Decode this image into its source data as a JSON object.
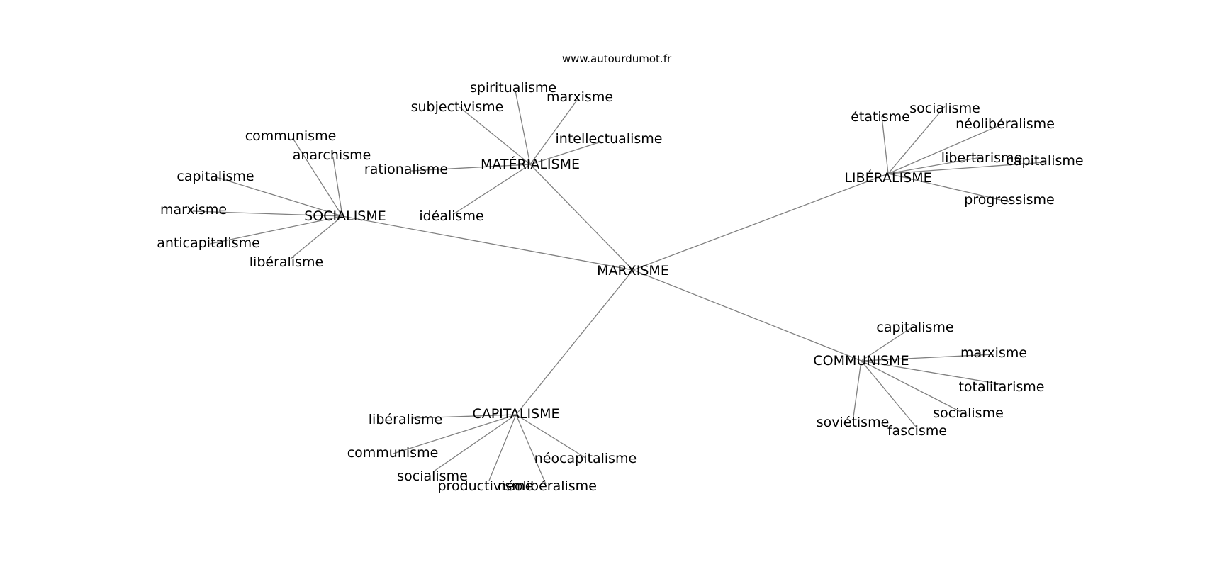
{
  "watermark": "www.autourdumot.fr",
  "colors": {
    "edge": "#808080",
    "text": "#000000",
    "background": "#ffffff"
  },
  "graph": {
    "center": {
      "id": "marxisme",
      "label": "MARXISME"
    },
    "hubs": [
      {
        "id": "materialisme",
        "label": "MATÉRIALISME",
        "leaves": [
          "spiritualisme",
          "marxisme",
          "subjectivisme",
          "intellectualisme",
          "rationalisme",
          "idéalisme"
        ]
      },
      {
        "id": "socialisme",
        "label": "SOCIALISME",
        "leaves": [
          "communisme",
          "anarchisme",
          "capitalisme",
          "marxisme",
          "anticapitalisme",
          "libéralisme"
        ]
      },
      {
        "id": "liberalisme",
        "label": "LIBÉRALISME",
        "leaves": [
          "étatisme",
          "socialisme",
          "néolibéralisme",
          "libertarisme",
          "capitalisme",
          "progressisme"
        ]
      },
      {
        "id": "communisme",
        "label": "COMMUNISME",
        "leaves": [
          "capitalisme",
          "marxisme",
          "totalitarisme",
          "socialisme",
          "soviétisme",
          "fascisme"
        ]
      },
      {
        "id": "capitalisme",
        "label": "CAPITALISME",
        "leaves": [
          "libéralisme",
          "communisme",
          "socialisme",
          "productivisme",
          "néolibéralisme",
          "néocapitalisme"
        ]
      }
    ]
  }
}
